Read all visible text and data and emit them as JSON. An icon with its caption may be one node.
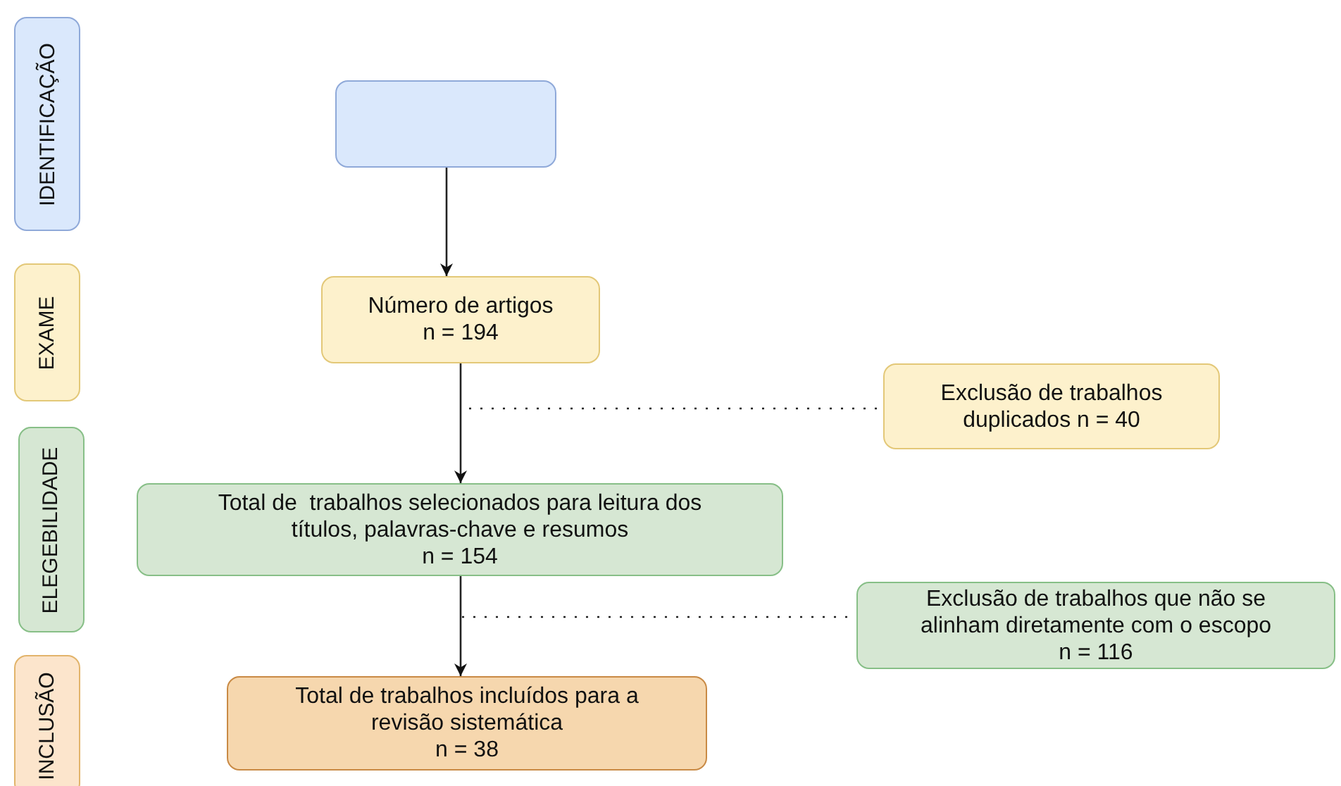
{
  "diagram": {
    "nodes": [
      {
        "text": [
          "IDENTIFICAÇÃO"
        ]
      },
      {
        "text": [
          "EXAME"
        ]
      },
      {
        "text": [
          "ELEGEBILIDADE"
        ]
      },
      {
        "text": [
          "INCLUSÃO"
        ]
      },
      {
        "text": [],
        "shape": "box"
      },
      {
        "text": [
          "Número de artigos n = 194"
        ]
      },
      {
        "text": [
          "Exclusão de trabalhos duplicados n = 40"
        ]
      },
      {
        "text": [
          "Total de  trabalhos selecionados para leitura dos títulos, palavras-chave e resumos n = 154"
        ]
      },
      {
        "text": [
          "Exclusão de trabalhos que não se alinham diretamente com o escopo n = 116"
        ]
      },
      {
        "text": [
          "Total de trabalhos incluídos para a revisão sistemática n = 38"
        ]
      }
    ],
    "edges": [
      {
        "from": 4,
        "to": 5,
        "arrow": "to"
      },
      {
        "from": 5,
        "to": 7,
        "arrow": "to"
      },
      {
        "from": null,
        "to": 6,
        "arrow": "none",
        "style": "dashed"
      },
      {
        "from": 7,
        "to": 9,
        "arrow": "to"
      },
      {
        "from": null,
        "to": 8,
        "arrow": "none",
        "style": "dashed"
      }
    ]
  }
}
